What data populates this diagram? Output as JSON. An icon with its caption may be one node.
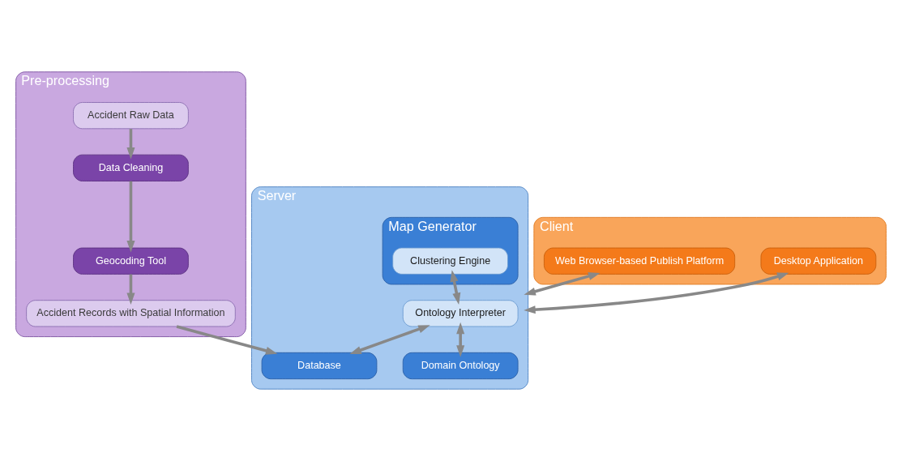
{
  "diagram": {
    "nodes": [
      {
        "text": [
          "Pre-processing"
        ]
      },
      {
        "text": [
          "Accident Raw Data"
        ],
        "in": 0
      },
      {
        "text": [
          "Data Cleaning"
        ],
        "in": 0
      },
      {
        "text": [
          "Geocoding Tool"
        ],
        "in": 0
      },
      {
        "text": [
          "Accident Records with Spatial Information"
        ],
        "in": 0
      },
      {
        "text": [
          "Client"
        ]
      },
      {
        "text": [
          "Desktop Application"
        ],
        "in": 5
      },
      {
        "text": [
          "Web Browser-based Publish Platform"
        ],
        "in": 5
      },
      {
        "text": [
          "Server"
        ]
      },
      {
        "text": [
          "Map Generator"
        ],
        "in": 8
      },
      {
        "text": [
          "Clustering Engine"
        ],
        "in": 9
      },
      {
        "text": [
          "Ontology Interpreter"
        ],
        "in": 8
      },
      {
        "text": [
          "Database"
        ],
        "in": 8
      },
      {
        "text": [
          "Domain Ontology"
        ],
        "in": 8
      }
    ],
    "edges": [
      {
        "from": 1,
        "to": 2,
        "arrow": "to"
      },
      {
        "from": 2,
        "to": 3,
        "arrow": "to"
      },
      {
        "from": 3,
        "to": 4,
        "arrow": "to"
      },
      {
        "from": 4,
        "to": 12,
        "arrow": "to"
      },
      {
        "from": 6,
        "to": 8,
        "arrow": "both"
      },
      {
        "from": 7,
        "to": 8,
        "arrow": "both"
      },
      {
        "from": 10,
        "to": 11,
        "arrow": "both"
      },
      {
        "from": 11,
        "to": 12,
        "arrow": "both"
      },
      {
        "from": 11,
        "to": 13,
        "arrow": "both"
      }
    ]
  }
}
